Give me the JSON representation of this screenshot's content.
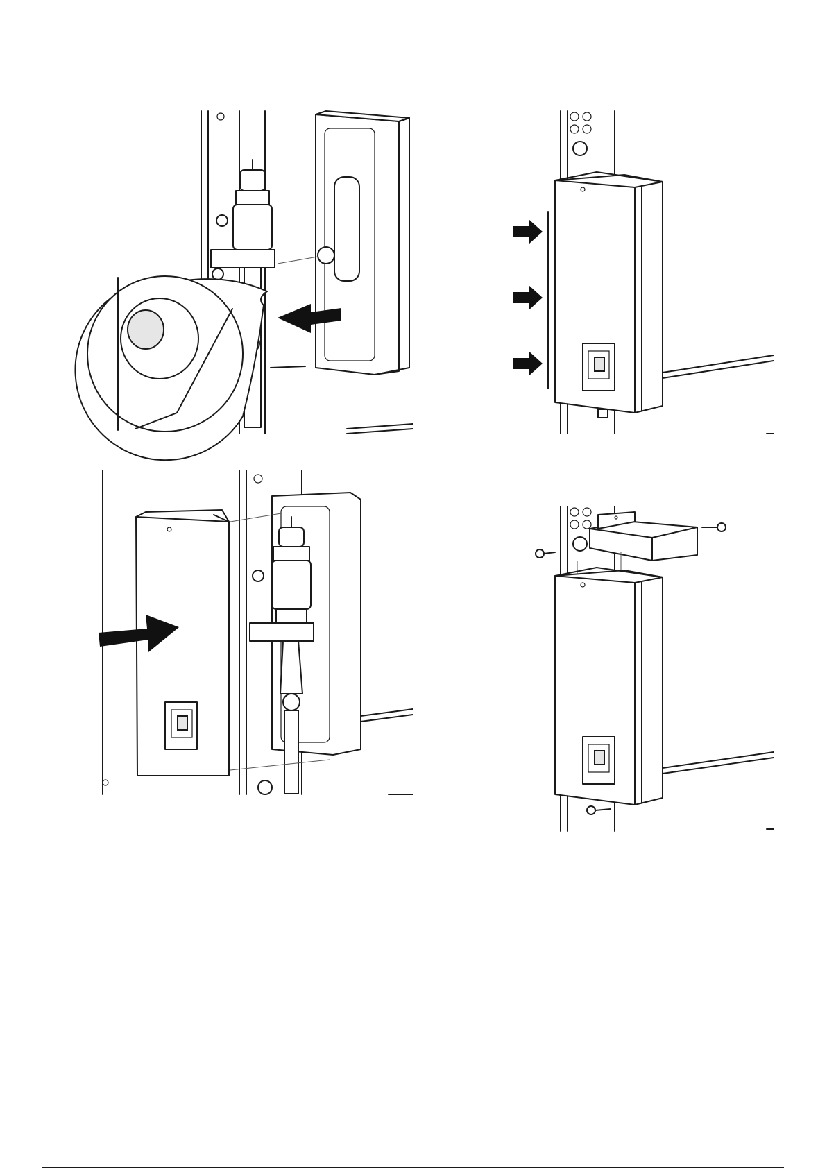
{
  "figures": [
    {
      "id": "step-1",
      "icon": "magnifier-detail-icon",
      "arrow": "arrow-left-icon"
    },
    {
      "id": "step-2",
      "icon": "cover-fit-icon",
      "arrow": "arrow-right-icon"
    },
    {
      "id": "step-3",
      "icon": "cover-push-icon",
      "arrow": "arrow-right-icon"
    },
    {
      "id": "step-4",
      "icon": "top-cap-screws-icon",
      "arrow": ""
    }
  ],
  "colors": {
    "line": "#1a1a1a",
    "arrow": "#111111",
    "shade": "#e6e6e6"
  }
}
